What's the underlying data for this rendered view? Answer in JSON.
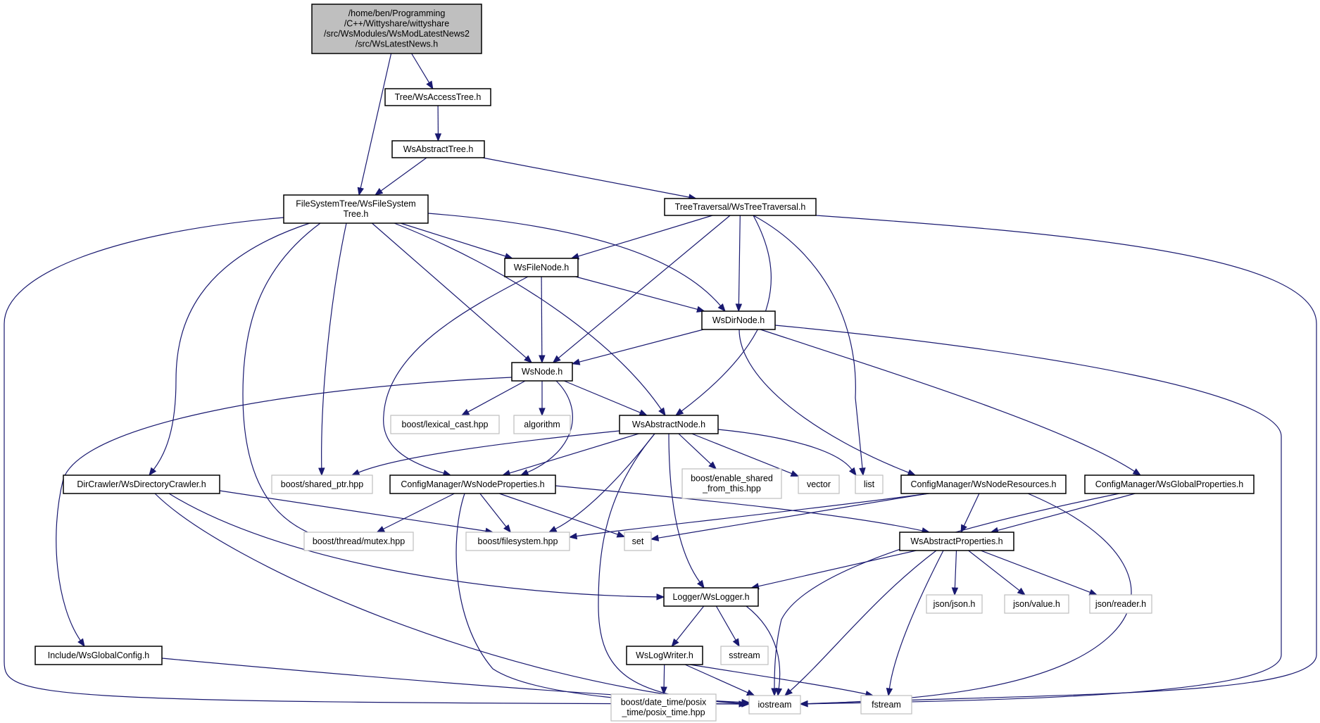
{
  "colors": {
    "edge": "#191970",
    "root_fill": "#bfbfbf",
    "internal_border": "#000000",
    "external_border": "#bfbfbf"
  },
  "nodes": [
    {
      "id": "root",
      "lines": [
        "/home/ben/Programming",
        "/C++/Wittyshare/wittyshare",
        "/src/WsModules/WsModLatestNews2",
        "/src/WsLatestNews.h"
      ],
      "kind": "root"
    },
    {
      "id": "accesstree",
      "lines": [
        "Tree/WsAccessTree.h"
      ],
      "kind": "internal"
    },
    {
      "id": "abstracttree",
      "lines": [
        "WsAbstractTree.h"
      ],
      "kind": "internal"
    },
    {
      "id": "fstree",
      "lines": [
        "FileSystemTree/WsFileSystem",
        "Tree.h"
      ],
      "kind": "internal"
    },
    {
      "id": "treetrav",
      "lines": [
        "TreeTraversal/WsTreeTraversal.h"
      ],
      "kind": "internal"
    },
    {
      "id": "filenode",
      "lines": [
        "WsFileNode.h"
      ],
      "kind": "internal"
    },
    {
      "id": "dirnode",
      "lines": [
        "WsDirNode.h"
      ],
      "kind": "internal"
    },
    {
      "id": "wsnode",
      "lines": [
        "WsNode.h"
      ],
      "kind": "internal"
    },
    {
      "id": "lexical",
      "lines": [
        "boost/lexical_cast.hpp"
      ],
      "kind": "external"
    },
    {
      "id": "algorithm",
      "lines": [
        "algorithm"
      ],
      "kind": "external"
    },
    {
      "id": "absnode",
      "lines": [
        "WsAbstractNode.h"
      ],
      "kind": "internal"
    },
    {
      "id": "dircrawler",
      "lines": [
        "DirCrawler/WsDirectoryCrawler.h"
      ],
      "kind": "internal"
    },
    {
      "id": "sharedptr",
      "lines": [
        "boost/shared_ptr.hpp"
      ],
      "kind": "external"
    },
    {
      "id": "nodeprops",
      "lines": [
        "ConfigManager/WsNodeProperties.h"
      ],
      "kind": "internal"
    },
    {
      "id": "enableshared",
      "lines": [
        "boost/enable_shared",
        "_from_this.hpp"
      ],
      "kind": "external"
    },
    {
      "id": "vector",
      "lines": [
        "vector"
      ],
      "kind": "external"
    },
    {
      "id": "list",
      "lines": [
        "list"
      ],
      "kind": "external"
    },
    {
      "id": "noderes",
      "lines": [
        "ConfigManager/WsNodeResources.h"
      ],
      "kind": "internal"
    },
    {
      "id": "globalprops",
      "lines": [
        "ConfigManager/WsGlobalProperties.h"
      ],
      "kind": "internal"
    },
    {
      "id": "mutex",
      "lines": [
        "boost/thread/mutex.hpp"
      ],
      "kind": "external"
    },
    {
      "id": "filesystem",
      "lines": [
        "boost/filesystem.hpp"
      ],
      "kind": "external"
    },
    {
      "id": "set",
      "lines": [
        "set"
      ],
      "kind": "external"
    },
    {
      "id": "absprops",
      "lines": [
        "WsAbstractProperties.h"
      ],
      "kind": "internal"
    },
    {
      "id": "logger",
      "lines": [
        "Logger/WsLogger.h"
      ],
      "kind": "internal"
    },
    {
      "id": "jsonjson",
      "lines": [
        "json/json.h"
      ],
      "kind": "external"
    },
    {
      "id": "jsonvalue",
      "lines": [
        "json/value.h"
      ],
      "kind": "external"
    },
    {
      "id": "jsonreader",
      "lines": [
        "json/reader.h"
      ],
      "kind": "external"
    },
    {
      "id": "globalconfig",
      "lines": [
        "Include/WsGlobalConfig.h"
      ],
      "kind": "internal"
    },
    {
      "id": "logwriter",
      "lines": [
        "WsLogWriter.h"
      ],
      "kind": "internal"
    },
    {
      "id": "sstream",
      "lines": [
        "sstream"
      ],
      "kind": "external"
    },
    {
      "id": "posixtime",
      "lines": [
        "boost/date_time/posix",
        "_time/posix_time.hpp"
      ],
      "kind": "external"
    },
    {
      "id": "iostream",
      "lines": [
        "iostream"
      ],
      "kind": "external"
    },
    {
      "id": "fstream",
      "lines": [
        "fstream"
      ],
      "kind": "external"
    }
  ],
  "edges": [
    {
      "from": "root",
      "to": "accesstree"
    },
    {
      "from": "root",
      "to": "fstree"
    },
    {
      "from": "accesstree",
      "to": "abstracttree"
    },
    {
      "from": "abstracttree",
      "to": "fstree"
    },
    {
      "from": "abstracttree",
      "to": "treetrav"
    },
    {
      "from": "fstree",
      "to": "iostream"
    },
    {
      "from": "fstree",
      "to": "dircrawler"
    },
    {
      "from": "fstree",
      "to": "mutex"
    },
    {
      "from": "fstree",
      "to": "sharedptr"
    },
    {
      "from": "fstree",
      "to": "wsnode"
    },
    {
      "from": "fstree",
      "to": "filenode"
    },
    {
      "from": "fstree",
      "to": "absnode"
    },
    {
      "from": "fstree",
      "to": "dirnode"
    },
    {
      "from": "treetrav",
      "to": "filenode"
    },
    {
      "from": "treetrav",
      "to": "wsnode"
    },
    {
      "from": "treetrav",
      "to": "dirnode"
    },
    {
      "from": "treetrav",
      "to": "absnode"
    },
    {
      "from": "treetrav",
      "to": "list"
    },
    {
      "from": "treetrav",
      "to": "iostream"
    },
    {
      "from": "filenode",
      "to": "wsnode"
    },
    {
      "from": "filenode",
      "to": "dirnode"
    },
    {
      "from": "filenode",
      "to": "nodeprops"
    },
    {
      "from": "dirnode",
      "to": "wsnode"
    },
    {
      "from": "dirnode",
      "to": "noderes"
    },
    {
      "from": "dirnode",
      "to": "globalprops"
    },
    {
      "from": "dirnode",
      "to": "iostream"
    },
    {
      "from": "wsnode",
      "to": "globalconfig"
    },
    {
      "from": "wsnode",
      "to": "lexical"
    },
    {
      "from": "wsnode",
      "to": "algorithm"
    },
    {
      "from": "wsnode",
      "to": "absnode"
    },
    {
      "from": "wsnode",
      "to": "nodeprops"
    },
    {
      "from": "absnode",
      "to": "sharedptr"
    },
    {
      "from": "absnode",
      "to": "nodeprops"
    },
    {
      "from": "absnode",
      "to": "filesystem"
    },
    {
      "from": "absnode",
      "to": "iostream"
    },
    {
      "from": "absnode",
      "to": "logger"
    },
    {
      "from": "absnode",
      "to": "enableshared"
    },
    {
      "from": "absnode",
      "to": "vector"
    },
    {
      "from": "absnode",
      "to": "list"
    },
    {
      "from": "dircrawler",
      "to": "filesystem"
    },
    {
      "from": "dircrawler",
      "to": "logger"
    },
    {
      "from": "dircrawler",
      "to": "iostream"
    },
    {
      "from": "nodeprops",
      "to": "mutex"
    },
    {
      "from": "nodeprops",
      "to": "filesystem"
    },
    {
      "from": "nodeprops",
      "to": "set"
    },
    {
      "from": "nodeprops",
      "to": "absprops"
    },
    {
      "from": "nodeprops",
      "to": "iostream"
    },
    {
      "from": "noderes",
      "to": "filesystem"
    },
    {
      "from": "noderes",
      "to": "set"
    },
    {
      "from": "noderes",
      "to": "absprops"
    },
    {
      "from": "noderes",
      "to": "iostream"
    },
    {
      "from": "globalprops",
      "to": "absprops"
    },
    {
      "from": "globalprops",
      "to": "iostream"
    },
    {
      "from": "absprops",
      "to": "logger"
    },
    {
      "from": "absprops",
      "to": "jsonjson"
    },
    {
      "from": "absprops",
      "to": "jsonvalue"
    },
    {
      "from": "absprops",
      "to": "jsonreader"
    },
    {
      "from": "absprops",
      "to": "iostream"
    },
    {
      "from": "absprops",
      "to": "fstream"
    },
    {
      "from": "logger",
      "to": "logwriter"
    },
    {
      "from": "logger",
      "to": "sstream"
    },
    {
      "from": "logger",
      "to": "iostream"
    },
    {
      "from": "logwriter",
      "to": "posixtime"
    },
    {
      "from": "logwriter",
      "to": "iostream"
    },
    {
      "from": "logwriter",
      "to": "fstream"
    },
    {
      "from": "globalconfig",
      "to": "iostream"
    }
  ]
}
